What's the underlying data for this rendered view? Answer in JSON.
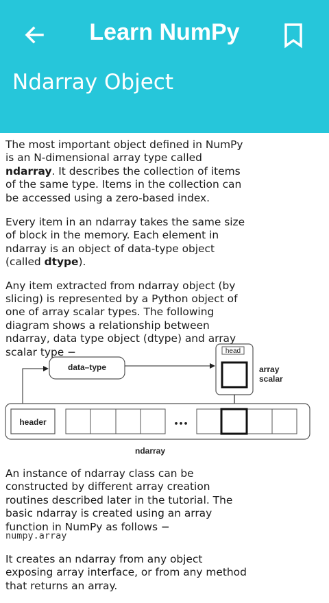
{
  "app": {
    "title": "Learn NumPy",
    "back_icon": "arrow-left-icon",
    "bookmark_icon": "bookmark-icon",
    "accent": "#26c6da"
  },
  "page": {
    "title": "Ndarray Object"
  },
  "content": {
    "p1": {
      "t1": "The most important object defined in NumPy is an N-dimensional array type called ",
      "b1": "ndarray",
      "t2": ". It describes the collection of items of the same type. Items in the collection can be accessed using a zero-based index."
    },
    "p2": {
      "t1": "Every item in an ndarray takes the same size of block in the memory. Each element in ndarray is an object of data-type object (called ",
      "b1": "dtype",
      "t2": ")."
    },
    "p3": "Any item extracted from ndarray object (by slicing) is represented by a Python object of one of array scalar types. The following diagram shows a relationship between ndarray, data type object (dtype) and array scalar type −",
    "p4": "An instance of ndarray class can be constructed by different array creation routines described later in the tutorial. The basic ndarray is created using an array function in NumPy as follows −",
    "code": "numpy.array",
    "p5": "It creates an ndarray from any object exposing array interface, or from any method that returns an array."
  },
  "diagram": {
    "data_type": "data–type",
    "head": "head",
    "array": "array",
    "scalar": "scalar",
    "header": "header",
    "ellipsis": "•••",
    "ndarray": "ndarray"
  }
}
